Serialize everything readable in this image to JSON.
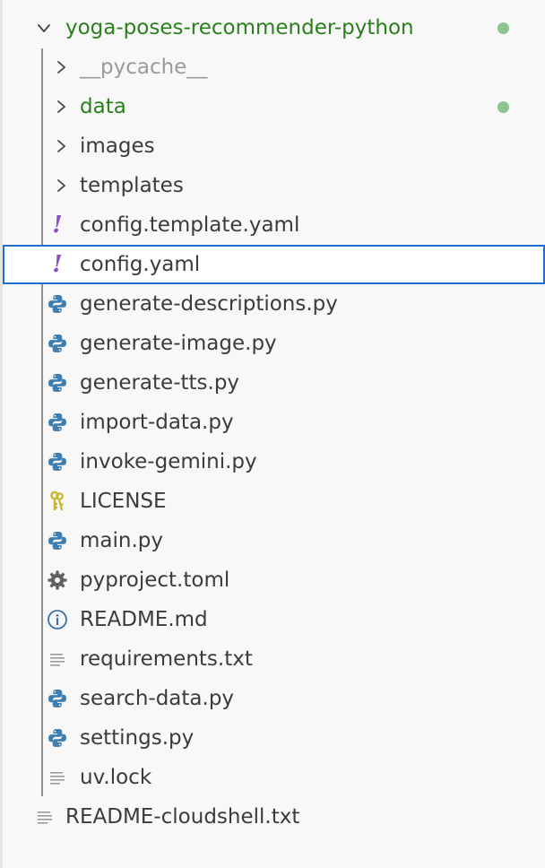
{
  "explorer": {
    "root": {
      "label": "yoga-poses-recommender-python",
      "expanded": true,
      "modified": true,
      "label_color": "#2a7f1c"
    },
    "children": [
      {
        "label": "__pycache__",
        "kind": "folder",
        "icon": "chevron-right-icon",
        "label_color": "#9a9a9a"
      },
      {
        "label": "data",
        "kind": "folder",
        "icon": "chevron-right-icon",
        "label_color": "#2a7f1c",
        "modified": true
      },
      {
        "label": "images",
        "kind": "folder",
        "icon": "chevron-right-icon",
        "label_color": "#3b3b3b"
      },
      {
        "label": "templates",
        "kind": "folder",
        "icon": "chevron-right-icon",
        "label_color": "#3b3b3b"
      },
      {
        "label": "config.template.yaml",
        "kind": "file",
        "icon": "yaml-icon",
        "icon_glyph": "!",
        "label_color": "#3b3b3b"
      },
      {
        "label": "config.yaml",
        "kind": "file",
        "icon": "yaml-icon",
        "icon_glyph": "!",
        "label_color": "#3b3b3b",
        "selected": true
      },
      {
        "label": "generate-descriptions.py",
        "kind": "file",
        "icon": "python-icon",
        "label_color": "#3b3b3b"
      },
      {
        "label": "generate-image.py",
        "kind": "file",
        "icon": "python-icon",
        "label_color": "#3b3b3b"
      },
      {
        "label": "generate-tts.py",
        "kind": "file",
        "icon": "python-icon",
        "label_color": "#3b3b3b"
      },
      {
        "label": "import-data.py",
        "kind": "file",
        "icon": "python-icon",
        "label_color": "#3b3b3b"
      },
      {
        "label": "invoke-gemini.py",
        "kind": "file",
        "icon": "python-icon",
        "label_color": "#3b3b3b"
      },
      {
        "label": "LICENSE",
        "kind": "file",
        "icon": "license-key-icon",
        "label_color": "#3b3b3b"
      },
      {
        "label": "main.py",
        "kind": "file",
        "icon": "python-icon",
        "label_color": "#3b3b3b"
      },
      {
        "label": "pyproject.toml",
        "kind": "file",
        "icon": "gear-icon",
        "label_color": "#3b3b3b"
      },
      {
        "label": "README.md",
        "kind": "file",
        "icon": "info-icon",
        "label_color": "#3b3b3b"
      },
      {
        "label": "requirements.txt",
        "kind": "file",
        "icon": "text-file-icon",
        "label_color": "#3b3b3b"
      },
      {
        "label": "search-data.py",
        "kind": "file",
        "icon": "python-icon",
        "label_color": "#3b3b3b"
      },
      {
        "label": "settings.py",
        "kind": "file",
        "icon": "python-icon",
        "label_color": "#3b3b3b"
      },
      {
        "label": "uv.lock",
        "kind": "file",
        "icon": "text-file-icon",
        "label_color": "#3b3b3b"
      }
    ],
    "after": [
      {
        "label": "README-cloudshell.txt",
        "kind": "file",
        "icon": "text-file-icon",
        "label_color": "#3b3b3b"
      }
    ],
    "colors": {
      "modified_dot": "#8cc48f",
      "selection_border": "#1f6fd1",
      "python_blue": "#3f7fb0",
      "yaml_purple": "#8b4fbf",
      "license_yellow": "#c9b52e"
    }
  }
}
